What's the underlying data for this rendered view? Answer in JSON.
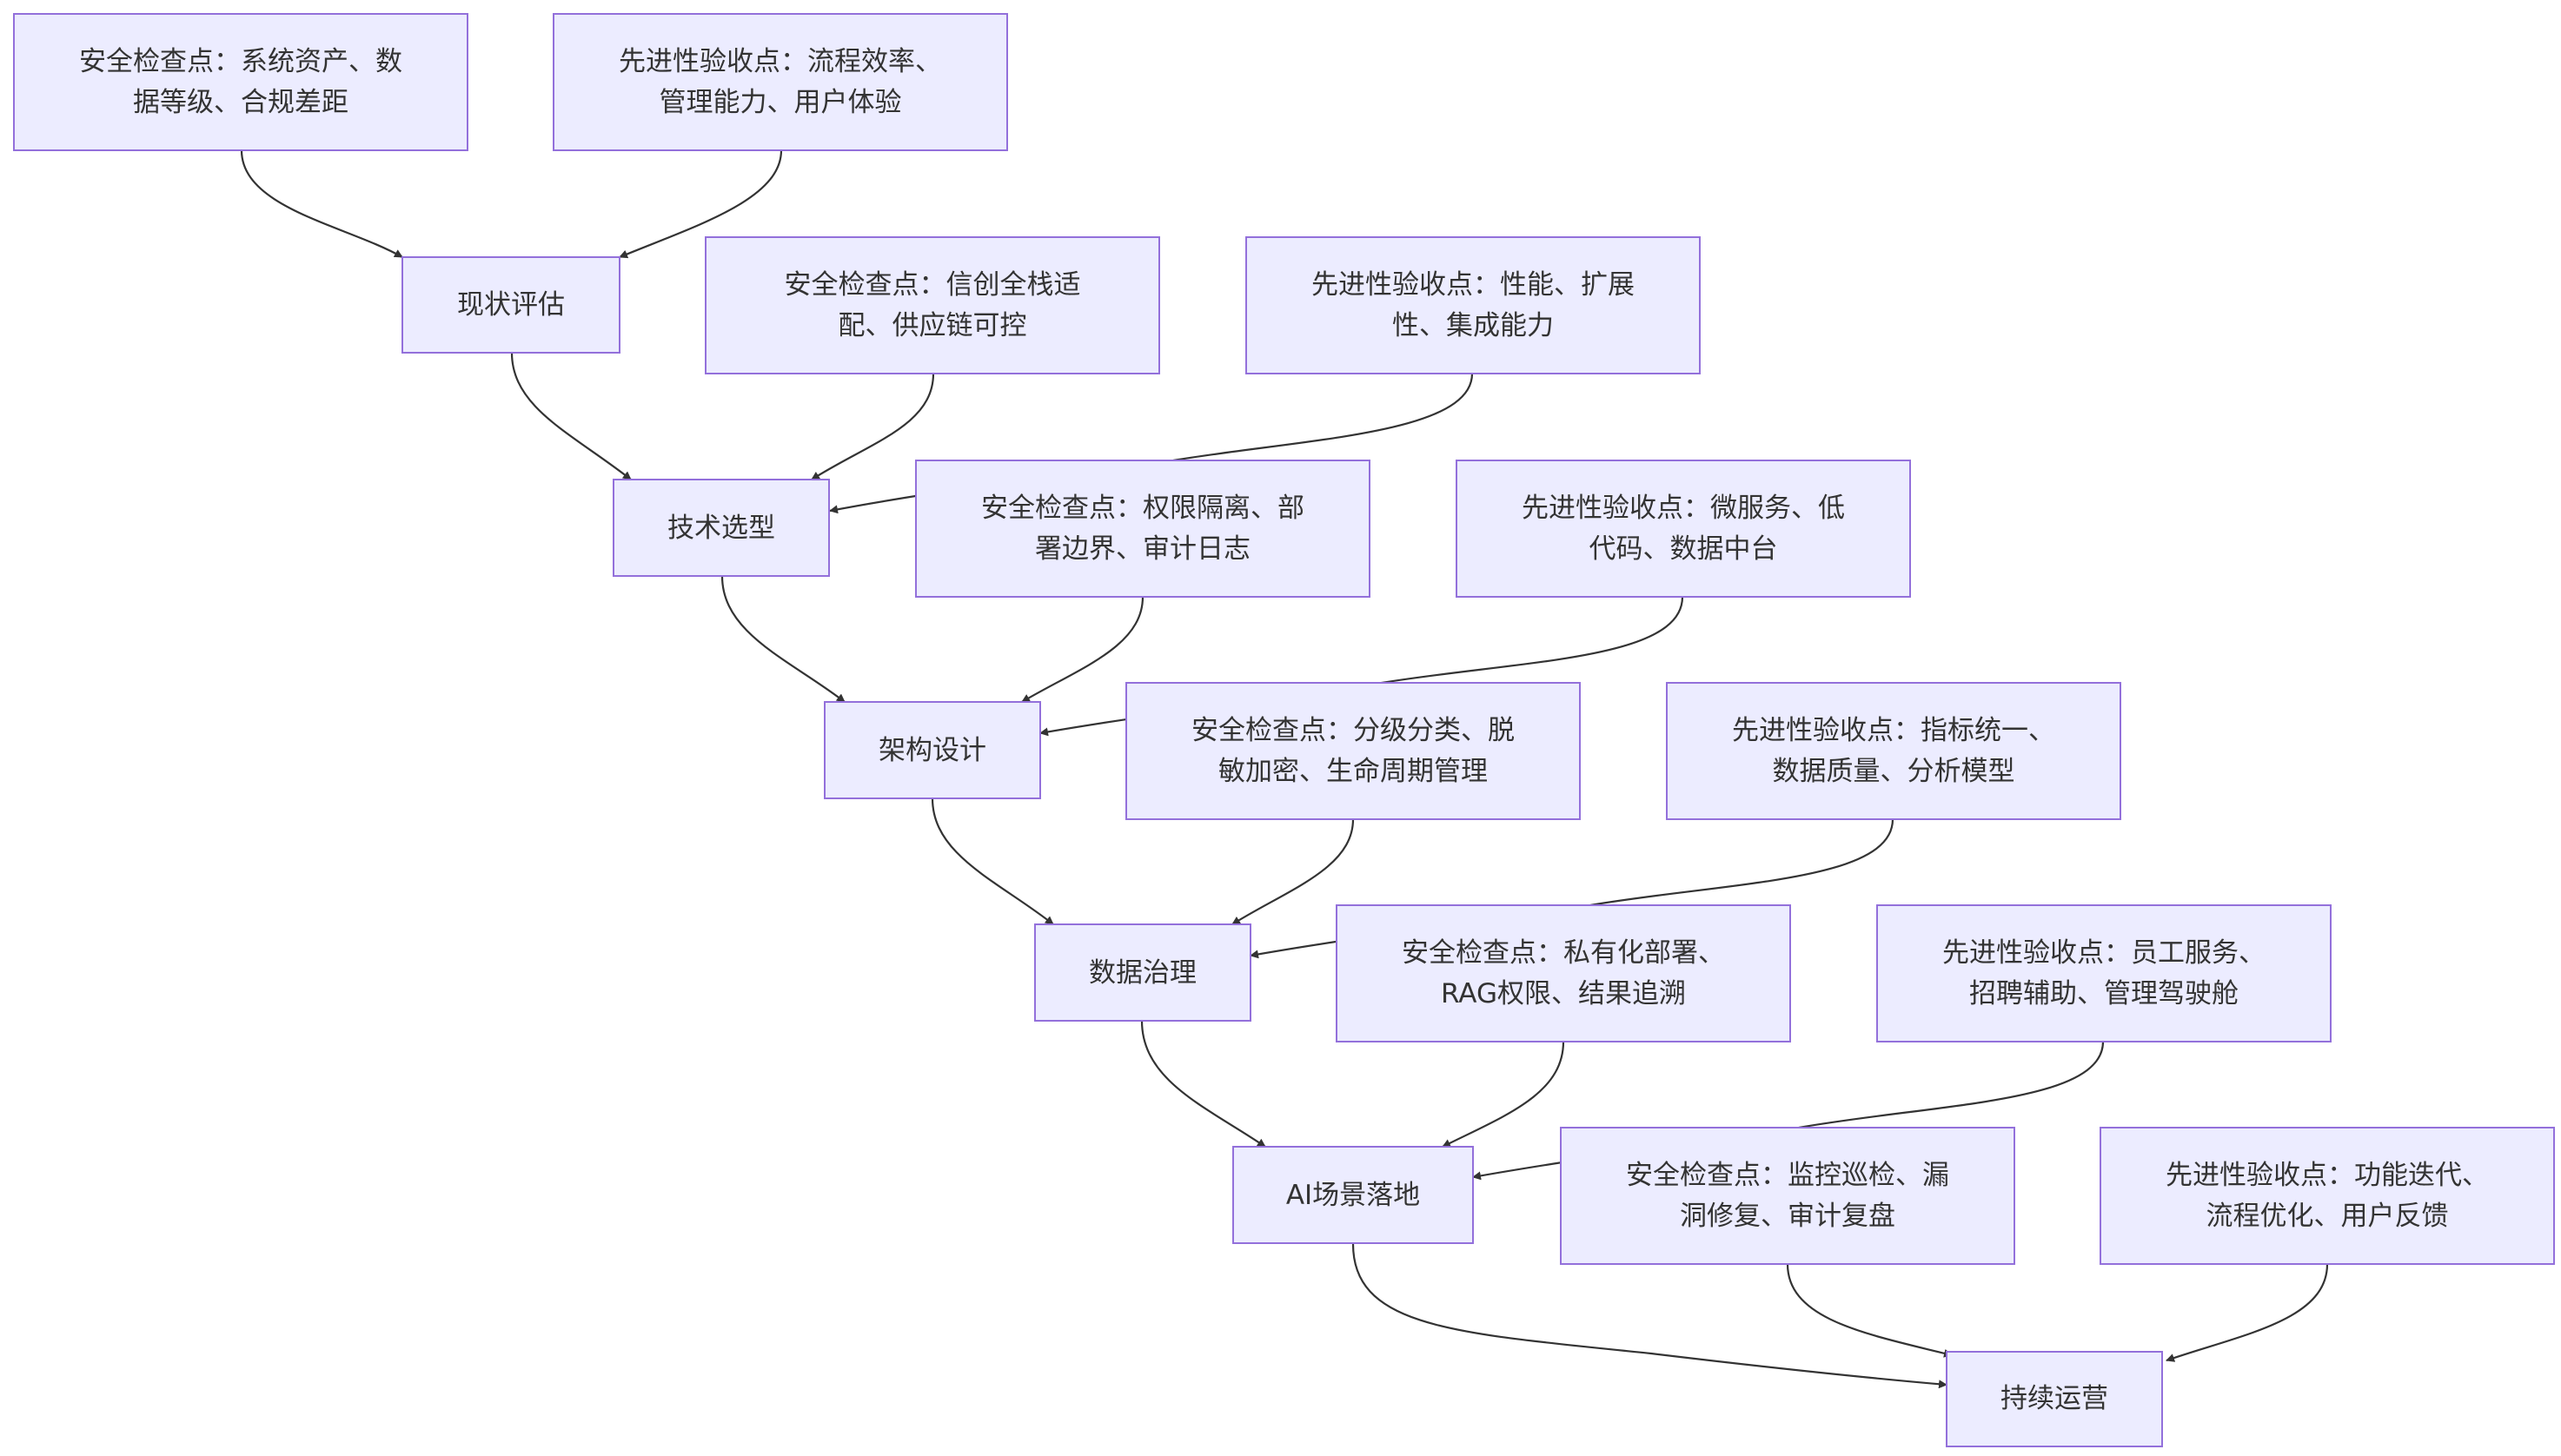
{
  "diagram": {
    "type": "flowchart",
    "colors": {
      "node_fill": "#ECECFF",
      "node_border": "#9370DB",
      "edge": "#333333",
      "text": "#333333",
      "background": "#FFFFFF"
    },
    "stages": [
      {
        "id": "s1",
        "label": "现状评估"
      },
      {
        "id": "s2",
        "label": "技术选型"
      },
      {
        "id": "s3",
        "label": "架构设计"
      },
      {
        "id": "s4",
        "label": "数据治理"
      },
      {
        "id": "s5",
        "label": "AI场景落地"
      },
      {
        "id": "s6",
        "label": "持续运营"
      }
    ],
    "checkpoints": [
      {
        "id": "a1",
        "kind": "security",
        "lines": [
          "安全检查点：系统资产、数",
          "据等级、合规差距"
        ]
      },
      {
        "id": "b1",
        "kind": "acceptance",
        "lines": [
          "先进性验收点：流程效率、",
          "管理能力、用户体验"
        ]
      },
      {
        "id": "a2",
        "kind": "security",
        "lines": [
          "安全检查点：信创全栈适",
          "配、供应链可控"
        ]
      },
      {
        "id": "b2",
        "kind": "acceptance",
        "lines": [
          "先进性验收点：性能、扩展",
          "性、集成能力"
        ]
      },
      {
        "id": "a3",
        "kind": "security",
        "lines": [
          "安全检查点：权限隔离、部",
          "署边界、审计日志"
        ]
      },
      {
        "id": "b3",
        "kind": "acceptance",
        "lines": [
          "先进性验收点：微服务、低",
          "代码、数据中台"
        ]
      },
      {
        "id": "a4",
        "kind": "security",
        "lines": [
          "安全检查点：分级分类、脱",
          "敏加密、生命周期管理"
        ]
      },
      {
        "id": "b4",
        "kind": "acceptance",
        "lines": [
          "先进性验收点：指标统一、",
          "数据质量、分析模型"
        ]
      },
      {
        "id": "a5",
        "kind": "security",
        "lines": [
          "安全检查点：私有化部署、",
          "RAG权限、结果追溯"
        ]
      },
      {
        "id": "b5",
        "kind": "acceptance",
        "lines": [
          "先进性验收点：员工服务、",
          "招聘辅助、管理驾驶舱"
        ]
      },
      {
        "id": "a6",
        "kind": "security",
        "lines": [
          "安全检查点：监控巡检、漏",
          "洞修复、审计复盘"
        ]
      },
      {
        "id": "b6",
        "kind": "acceptance",
        "lines": [
          "先进性验收点：功能迭代、",
          "流程优化、用户反馈"
        ]
      }
    ],
    "edges": [
      {
        "from": "a1",
        "to": "s1"
      },
      {
        "from": "b1",
        "to": "s1"
      },
      {
        "from": "s1",
        "to": "s2"
      },
      {
        "from": "a2",
        "to": "s2"
      },
      {
        "from": "b2",
        "to": "s2"
      },
      {
        "from": "s2",
        "to": "s3"
      },
      {
        "from": "a3",
        "to": "s3"
      },
      {
        "from": "b3",
        "to": "s3"
      },
      {
        "from": "s3",
        "to": "s4"
      },
      {
        "from": "a4",
        "to": "s4"
      },
      {
        "from": "b4",
        "to": "s4"
      },
      {
        "from": "s4",
        "to": "s5"
      },
      {
        "from": "a5",
        "to": "s5"
      },
      {
        "from": "b5",
        "to": "s5"
      },
      {
        "from": "s5",
        "to": "s6"
      },
      {
        "from": "a6",
        "to": "s6"
      },
      {
        "from": "b6",
        "to": "s6"
      }
    ]
  }
}
